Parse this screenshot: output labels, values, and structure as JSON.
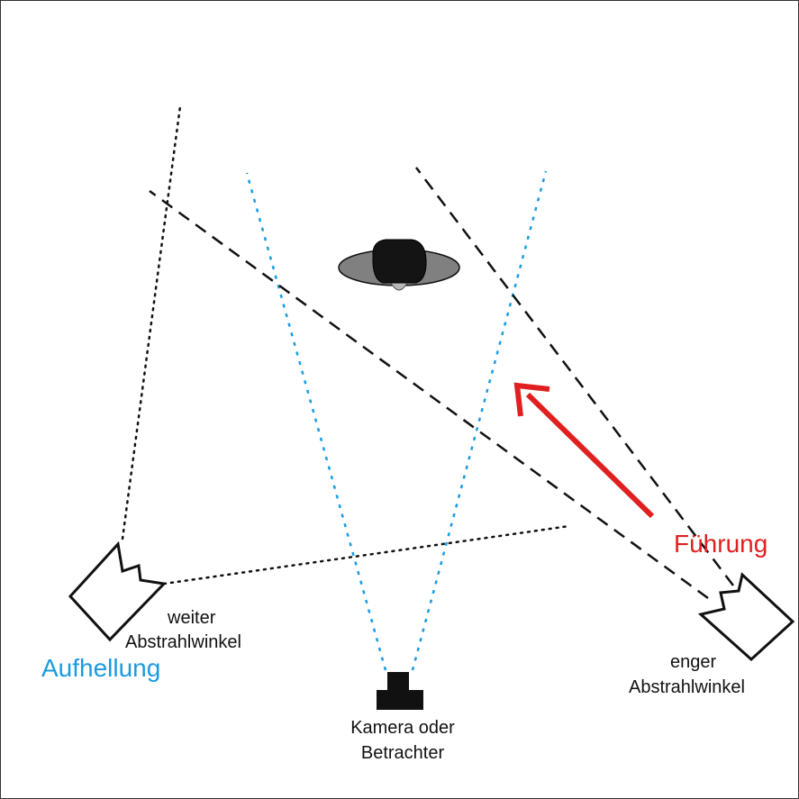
{
  "labels": {
    "wide_angle_line1": "weiter",
    "wide_angle_line2": "Abstrahlwinkel",
    "fill_light": "Aufhellung",
    "camera_line1": "Kamera oder",
    "camera_line2": "Betrachter",
    "key_light": "Führung",
    "narrow_angle_line1": "enger",
    "narrow_angle_line2": "Abstrahlwinkel"
  },
  "colors": {
    "fill_light": "#1a9be0",
    "key_light": "#e02020",
    "camera_beam": "#1a9be0",
    "black": "#111111"
  },
  "icons": {
    "fill_lamp": "wide-beam-lamp-icon",
    "key_lamp": "narrow-beam-lamp-icon",
    "subject": "person-top-view-icon",
    "camera": "camera-icon",
    "arrow": "key-light-arrow-icon"
  }
}
